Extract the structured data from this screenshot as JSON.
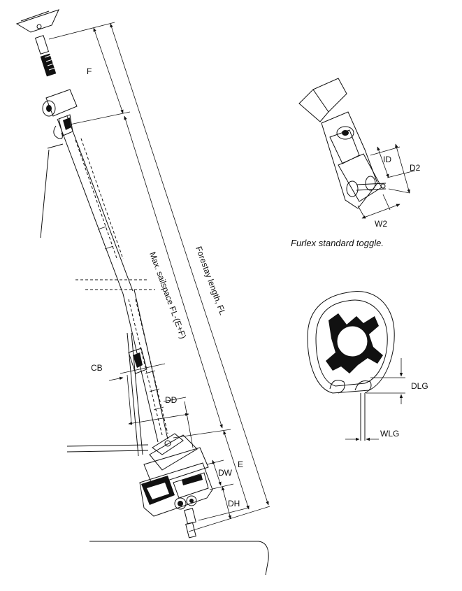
{
  "labels": {
    "f": "F",
    "forestay": "Forestay length, FL",
    "sailspace": "Max. sailspace FL-(E+F)",
    "cb": "CB",
    "dd": "DD",
    "e": "E",
    "dw": "DW",
    "dh": "DH",
    "id": "ID",
    "d2": "D2",
    "w2": "W2",
    "dlg": "DLG",
    "wlg": "WLG"
  },
  "captions": {
    "toggle": "Furlex standard toggle."
  },
  "colors": {
    "ink": "#111111",
    "paper": "#ffffff"
  }
}
